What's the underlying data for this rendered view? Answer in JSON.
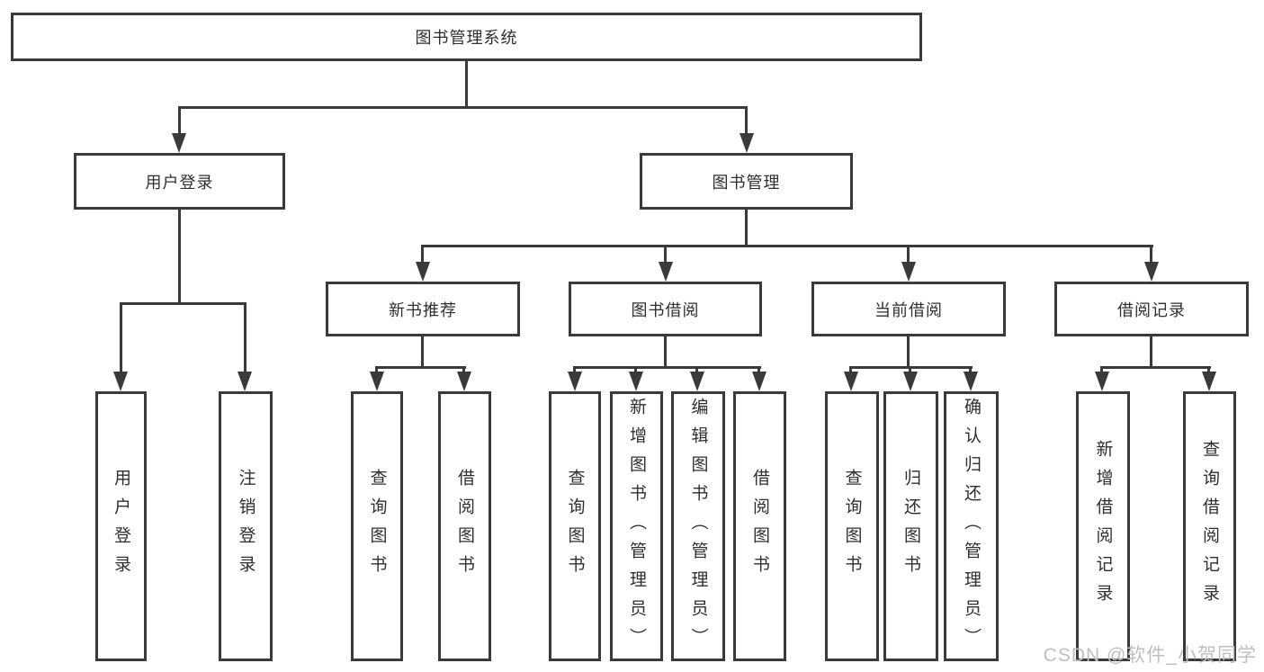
{
  "diagram": {
    "root": {
      "label": "图书管理系统"
    },
    "level2": [
      {
        "label": "用户登录"
      },
      {
        "label": "图书管理"
      }
    ],
    "level3": [
      {
        "label": "新书推荐"
      },
      {
        "label": "图书借阅"
      },
      {
        "label": "当前借阅"
      },
      {
        "label": "借阅记录"
      }
    ],
    "leaves": {
      "user_login": [
        {
          "label": "用户登录"
        },
        {
          "label": "注销登录"
        }
      ],
      "new_book_recommend": [
        {
          "label": "查询图书"
        },
        {
          "label": "借阅图书"
        }
      ],
      "book_borrow": [
        {
          "label": "查询图书"
        },
        {
          "label": "新增图书（管理员）"
        },
        {
          "label": "编辑图书（管理员）"
        },
        {
          "label": "借阅图书"
        }
      ],
      "current_borrow": [
        {
          "label": "查询图书"
        },
        {
          "label": "归还图书"
        },
        {
          "label": "确认归还（管理员）"
        }
      ],
      "borrow_record": [
        {
          "label": "新增借阅记录"
        },
        {
          "label": "查询借阅记录"
        }
      ]
    }
  },
  "watermark": {
    "text": "CSDN @软件_小贺同学"
  },
  "colors": {
    "line": "#3a3a3a",
    "text": "#2f2f2f",
    "box_background": "#ffffff",
    "watermark": "#bfbfbf"
  }
}
